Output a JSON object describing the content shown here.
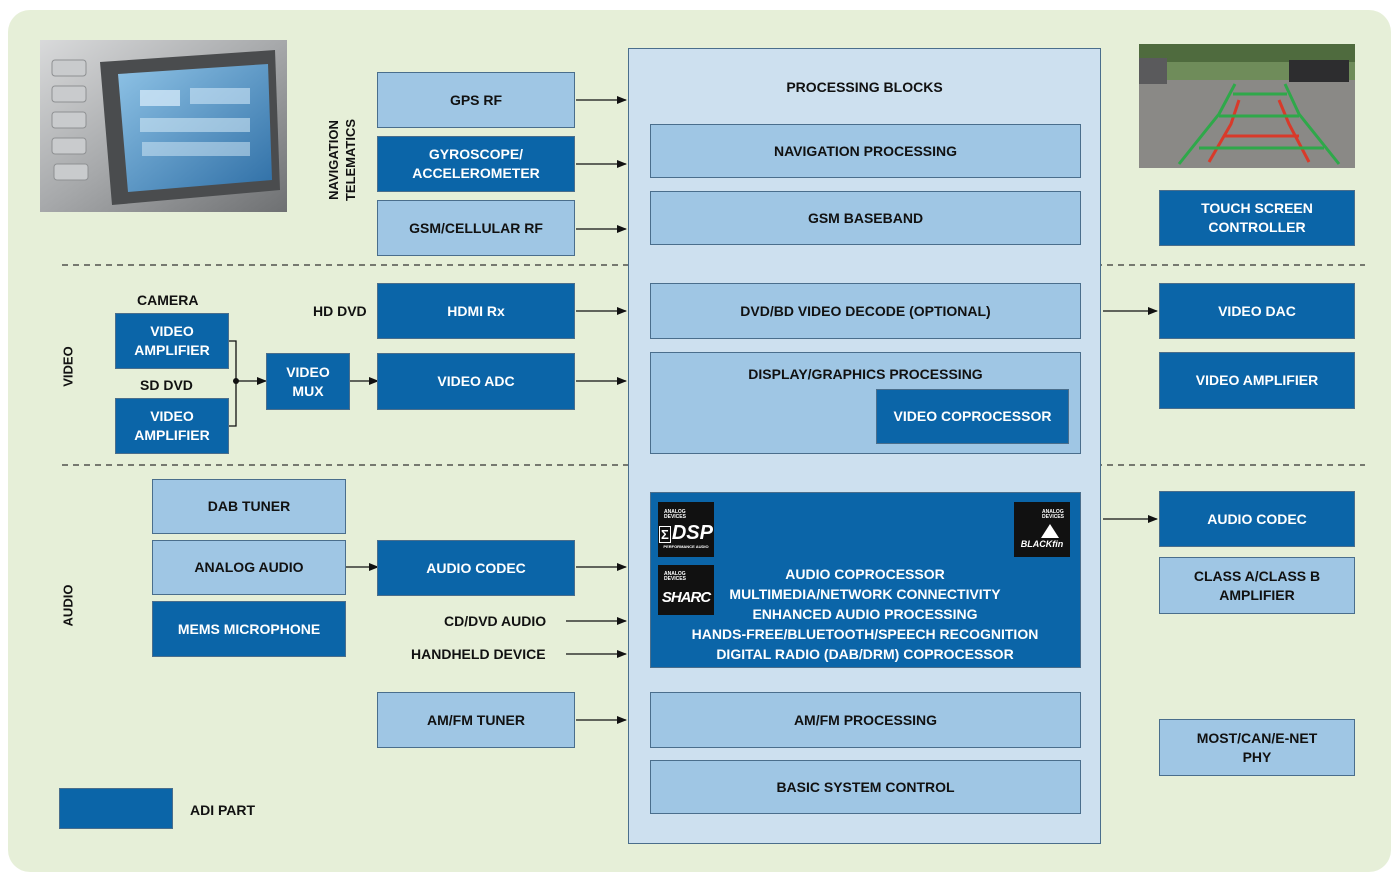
{
  "sections": {
    "navigation": "NAVIGATION\nTELEMATICS",
    "video": "VIDEO",
    "audio": "AUDIO"
  },
  "processing": {
    "title": "PROCESSING BLOCKS",
    "nav": "NAVIGATION PROCESSING",
    "gsm": "GSM BASEBAND",
    "dvd": "DVD/BD VIDEO DECODE (OPTIONAL)",
    "display": "DISPLAY/GRAPHICS PROCESSING",
    "video_coproc": "VIDEO COPROCESSOR",
    "audio_lines": [
      "AUDIO COPROCESSOR",
      "MULTIMEDIA/NETWORK CONNECTIVITY",
      "ENHANCED AUDIO PROCESSING",
      "HANDS-FREE/BLUETOOTH/SPEECH RECOGNITION",
      "DIGITAL RADIO (DAB/DRM) COPROCESSOR"
    ],
    "amfm": "AM/FM PROCESSING",
    "basic": "BASIC SYSTEM CONTROL"
  },
  "inputs": {
    "gps_rf": "GPS RF",
    "gyro": "GYROSCOPE/\nACCELEROMETER",
    "gsm_rf": "GSM/CELLULAR RF",
    "hd_dvd_label": "HD DVD",
    "hdmi_rx": "HDMI Rx",
    "camera_label": "CAMERA",
    "video_amp_1": "VIDEO\nAMPLIFIER",
    "sd_dvd_label": "SD DVD",
    "video_amp_2": "VIDEO\nAMPLIFIER",
    "video_mux": "VIDEO\nMUX",
    "video_adc": "VIDEO ADC",
    "dab_tuner": "DAB TUNER",
    "analog_audio": "ANALOG AUDIO",
    "mems_mic": "MEMS MICROPHONE",
    "audio_codec_in": "AUDIO CODEC",
    "cd_dvd_audio": "CD/DVD AUDIO",
    "handheld": "HANDHELD DEVICE",
    "amfm_tuner": "AM/FM TUNER"
  },
  "outputs": {
    "touch": "TOUCH SCREEN\nCONTROLLER",
    "video_dac": "VIDEO DAC",
    "video_amp": "VIDEO AMPLIFIER",
    "audio_codec": "AUDIO CODEC",
    "class_ab": "CLASS A/CLASS B\nAMPLIFIER",
    "most": "MOST/CAN/E-NET\nPHY"
  },
  "logos": {
    "adi_small": "ANALOG\nDEVICES",
    "dsp": "DSP",
    "dsp_sub": "PERFORMANCE AUDIO",
    "sharc": "SHARC",
    "blackfin": "BLACKfin"
  },
  "legend": {
    "label": "ADI PART"
  },
  "colors": {
    "adi_part": "#0b65a8",
    "other_part": "#9fc6e4",
    "processing_bg": "#cde0ef",
    "background": "#e6efd8"
  }
}
